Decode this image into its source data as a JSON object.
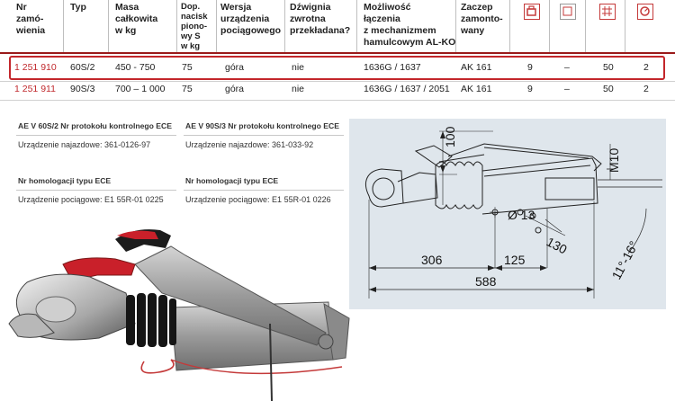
{
  "table": {
    "headers": [
      {
        "key": "nr",
        "label": "Nr\nzamó-\nwienia"
      },
      {
        "key": "typ",
        "label": "Typ"
      },
      {
        "key": "masa",
        "label": "Masa\ncałkowita\nw kg"
      },
      {
        "key": "nacisk",
        "label": "Dop.\nnacisk\npiono-\nwy S\nw kg"
      },
      {
        "key": "wersja",
        "label": "Wersja\nurządzenia\npociągowego"
      },
      {
        "key": "dzwignia",
        "label": "Dźwignia\nzwrotna\nprzekładana?"
      },
      {
        "key": "mozliwosc",
        "label": "Możliwość\nłączenia\nz mechanizmem\nhamulcowym AL-KO"
      },
      {
        "key": "zaczep",
        "label": "Zaczep\nzamonto-\nwany"
      }
    ],
    "header_icons": [
      "weight-icon",
      "square-icon",
      "grid-icon",
      "gauge-icon"
    ],
    "rows": [
      {
        "nr": "1 251 910",
        "typ": "60S/2",
        "masa": "450 - 750",
        "nacisk": "75",
        "wersja": "góra",
        "dzwignia": "nie",
        "mozliwosc": "1636G / 1637",
        "zaczep": "AK 161",
        "c1": "9",
        "c2": "–",
        "c3": "50",
        "c4": "2",
        "selected": true
      },
      {
        "nr": "1 251 911",
        "typ": "90S/3",
        "masa": "700 – 1 000",
        "nacisk": "75",
        "wersja": "góra",
        "dzwignia": "nie",
        "mozliwosc": "1636G / 1637 / 2051",
        "zaczep": "AK 161",
        "c1": "9",
        "c2": "–",
        "c3": "50",
        "c4": "2",
        "selected": false
      }
    ]
  },
  "info": {
    "box1_heading": "AE V 60S/2 Nr protokołu kontrolnego ECE",
    "box1_text": "Urządzenie najazdowe: 361-0126-97",
    "box2_heading": "AE V 90S/3 Nr protokołu kontrolnego ECE",
    "box2_text": "Urządzenie najazdowe: 361-033-92",
    "box3_heading": "Nr homologacji typu ECE",
    "box3_text": "Urządzenie pociągowe: E1 55R-01 0225",
    "box4_heading": "Nr homologacji typu ECE",
    "box4_text": "Urządzenie pociągowe: E1 55R-01 0226"
  },
  "drawing": {
    "dim_100": "100",
    "dim_m10": "M10",
    "dim_d13": "Ø 13",
    "dim_130": "130",
    "dim_306": "306",
    "dim_125": "125",
    "dim_588": "588",
    "dim_angle": "11°-16°"
  },
  "colors": {
    "accent_red": "#c3262b",
    "drawing_bg": "#dfe6ec"
  }
}
